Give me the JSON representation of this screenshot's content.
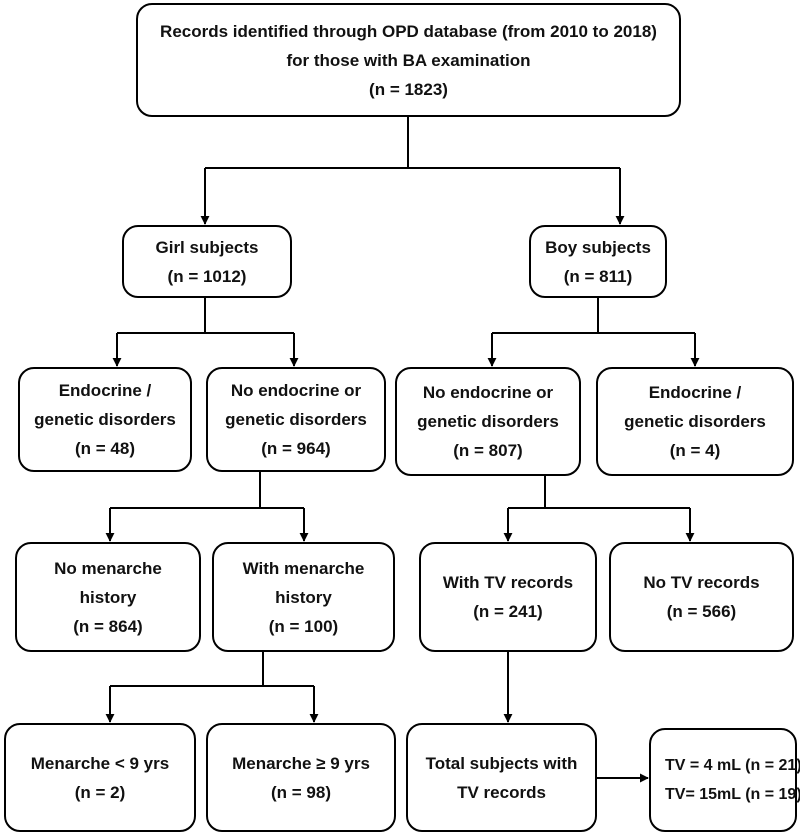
{
  "flowchart": {
    "top": {
      "line1": "Records identified through OPD database (from 2010 to 2018)",
      "line2": "for those with BA examination",
      "line3": "(n = 1823)"
    },
    "girl": {
      "line1": "Girl subjects",
      "line2": "(n = 1012)"
    },
    "boy": {
      "line1": "Boy subjects",
      "line2": "(n = 811)"
    },
    "girl_endocrine": {
      "line1": "Endocrine /",
      "line2": "genetic disorders",
      "line3": "(n = 48)"
    },
    "girl_no_endocrine": {
      "line1": "No endocrine or",
      "line2": "genetic disorders",
      "line3": "(n = 964)"
    },
    "boy_no_endocrine": {
      "line1": "No endocrine or",
      "line2": "genetic disorders",
      "line3": "(n = 807)"
    },
    "boy_endocrine": {
      "line1": "Endocrine /",
      "line2": "genetic disorders",
      "line3": "(n = 4)"
    },
    "no_menarche": {
      "line1": "No menarche",
      "line2": "history",
      "line3": "(n = 864)"
    },
    "with_menarche": {
      "line1": "With menarche",
      "line2": "history",
      "line3": "(n = 100)"
    },
    "with_tv": {
      "line1": "With TV records",
      "line2": "(n = 241)"
    },
    "no_tv": {
      "line1": "No TV records",
      "line2": "(n = 566)"
    },
    "menarche_lt9": {
      "line1": "Menarche < 9 yrs",
      "line2": "(n = 2)"
    },
    "menarche_ge9": {
      "line1": "Menarche ≥ 9 yrs",
      "line2": "(n = 98)"
    },
    "total_tv": {
      "line1": "Total subjects with",
      "line2": "TV records"
    },
    "tv_volumes": {
      "line1": "TV = 4 mL (n = 21)",
      "line2": "TV= 15mL (n = 19)"
    }
  }
}
